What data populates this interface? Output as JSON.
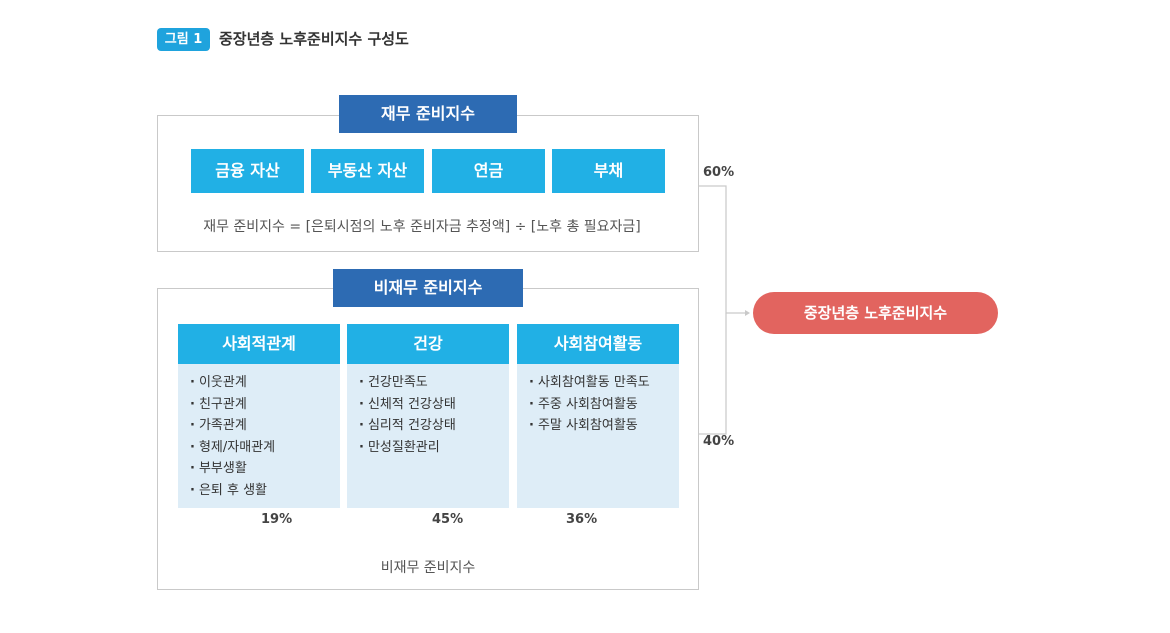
{
  "figure": {
    "badge": "그림 1",
    "title": "중장년층 노후준비지수 구성도"
  },
  "financial": {
    "header": "재무 준비지수",
    "categories": [
      "금융 자산",
      "부동산 자산",
      "연금",
      "부채"
    ],
    "formula": "재무 준비지수 = [은퇴시점의 노후 준비자금 추정액] ÷ [노후 총 필요자금]",
    "weight": "60%"
  },
  "nonfinancial": {
    "header": "비재무 준비지수",
    "columns": [
      {
        "title": "사회적관계",
        "items": [
          "이웃관계",
          "친구관계",
          "가족관계",
          "형제/자매관계",
          "부부생활",
          "은퇴 후 생활"
        ],
        "weight": "19%"
      },
      {
        "title": "건강",
        "items": [
          "건강만족도",
          "신체적 건강상태",
          "심리적 건강상태",
          "만성질환관리"
        ],
        "weight": "45%"
      },
      {
        "title": "사회참여활동",
        "items": [
          "사회참여활동 만족도",
          "주중 사회참여활동",
          "주말 사회참여활동"
        ],
        "weight": "36%"
      }
    ],
    "footer_label": "비재무 준비지수",
    "weight": "40%"
  },
  "result": {
    "label": "중장년층 노후준비지수"
  },
  "colors": {
    "badge": "#1fa3dd",
    "header": "#2d6bb3",
    "category": "#21b0e5",
    "column_body": "#deedf7",
    "result": "#e2645f",
    "connector": "#c9c9c9"
  }
}
